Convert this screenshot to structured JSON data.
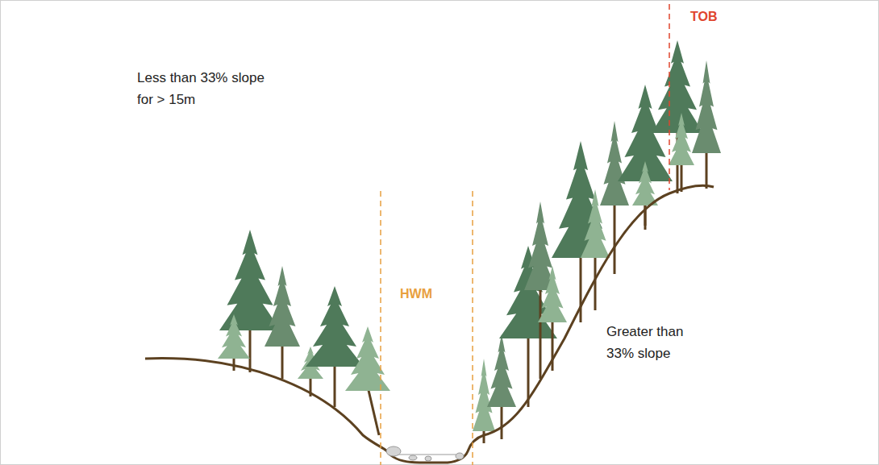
{
  "diagram": {
    "labels": [
      "TOB",
      "Less than 33% slope for > 15m",
      "HWM",
      "Greater than 33% slope"
    ]
  }
}
